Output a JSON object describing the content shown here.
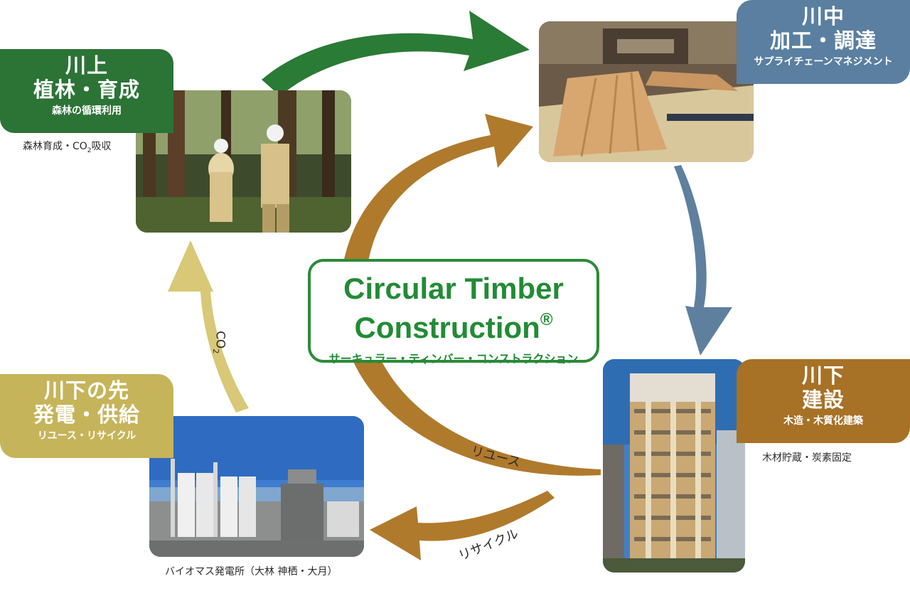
{
  "center": {
    "title_line1": "Circular Timber",
    "title_line2": "Construction",
    "registered": "®",
    "subtitle": "サーキュラー・ティンバー・コンストラクション"
  },
  "stages": {
    "upstream": {
      "line1": "川上",
      "line2": "植林・育成",
      "line3": "森林の循環利用",
      "note": "森林育成・CO",
      "note_sub": "2",
      "note_after": "吸収",
      "color": "#2c7336"
    },
    "midstream": {
      "line1": "川中",
      "line2": "加工・調達",
      "line3": "サプライチェーンマネジメント",
      "color": "#5a7fa0"
    },
    "downstream": {
      "line1": "川下",
      "line2": "建設",
      "line3": "木造・木質化建築",
      "note": "木材貯蔵・炭素固定",
      "color": "#a77126"
    },
    "beyond": {
      "line1": "川下の先",
      "line2": "発電・供給",
      "line3": "リユース・リサイクル",
      "note": "バイオマス発電所（大林 神栖・大月）",
      "color": "#c6b45a"
    }
  },
  "arrows": {
    "reuse_label": "リユース",
    "recycle_label": "リサイクル",
    "co2_label": "CO",
    "co2_sub": "2",
    "colors": {
      "green": "#2a7b35",
      "blue": "#5f7f9f",
      "brown": "#b07a2c",
      "yellow": "#d8c877"
    }
  },
  "photos": {
    "forest": "forest-workers-photo",
    "factory": "clt-factory-photo",
    "building": "wooden-highrise-photo",
    "power_plant": "biomass-power-plant-photo"
  }
}
